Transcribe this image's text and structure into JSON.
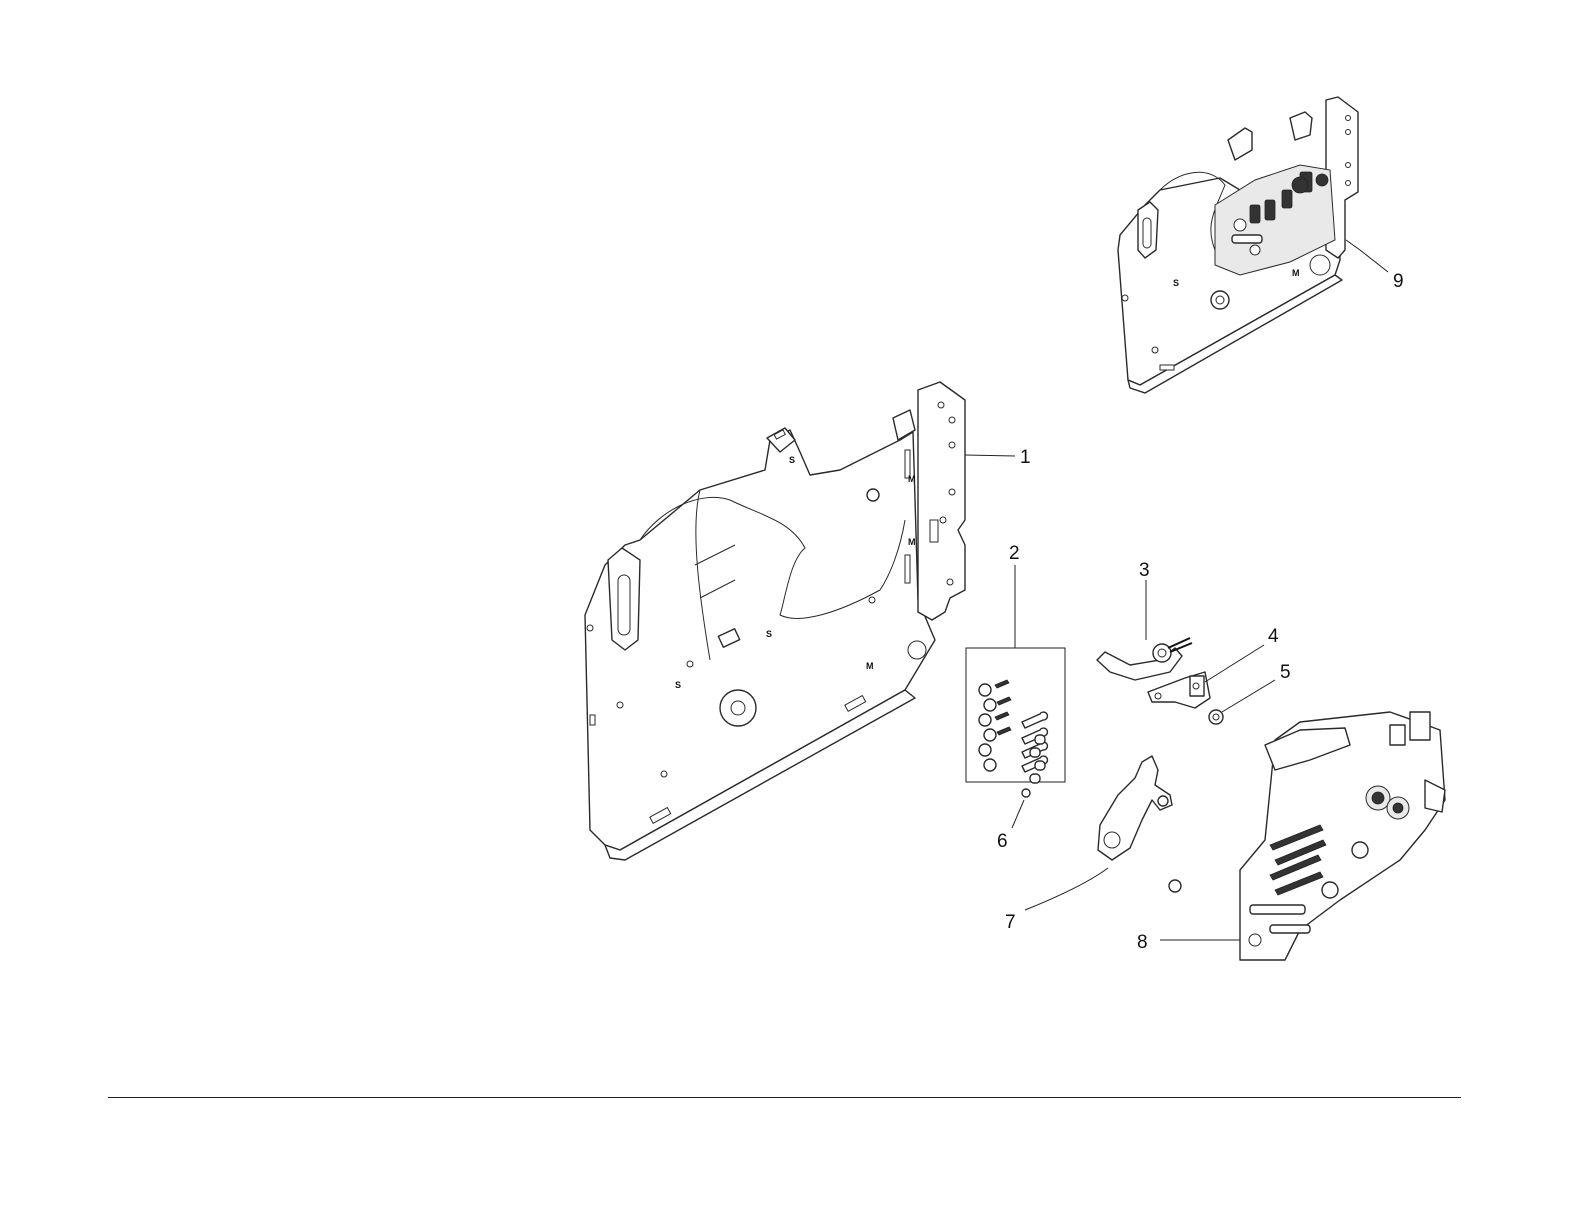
{
  "callouts": {
    "c1": "1",
    "c2": "2",
    "c3": "3",
    "c4": "4",
    "c5": "5",
    "c6": "6",
    "c7": "7",
    "c8": "8",
    "c9": "9"
  },
  "part_marks": {
    "s": "S",
    "m": "M"
  },
  "colors": {
    "line": "#2a2a2a",
    "background": "#ffffff"
  }
}
